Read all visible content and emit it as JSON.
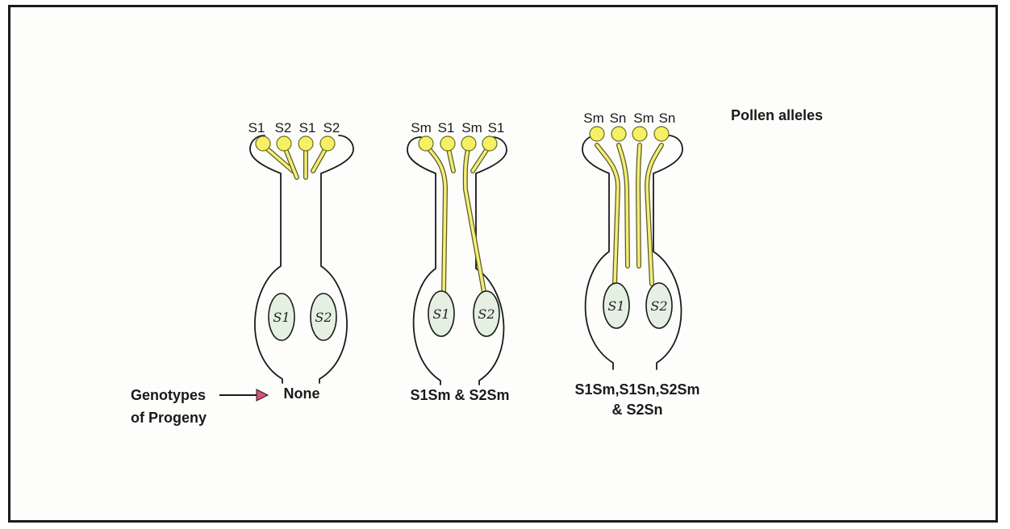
{
  "title": "",
  "pollen_alleles_label": "Pollen alleles",
  "genotypes_label": {
    "line1": "Genotypes",
    "line2": "of Progeny"
  },
  "pistils": [
    {
      "pollen": [
        "S1",
        "S2",
        "S1",
        "S2"
      ],
      "ovules": [
        "S1",
        "S2"
      ],
      "progeny": [
        "None"
      ]
    },
    {
      "pollen": [
        "Sm",
        "S1",
        "Sm",
        "S1"
      ],
      "ovules": [
        "S1",
        "S2"
      ],
      "progeny": [
        "S1Sm & S2Sm"
      ]
    },
    {
      "pollen": [
        "Sm",
        "Sn",
        "Sm",
        "Sn"
      ],
      "ovules": [
        "S1",
        "S2"
      ],
      "progeny": [
        "S1Sm,S1Sn,S2Sm",
        "& S2Sn"
      ]
    }
  ],
  "colors": {
    "pollen_grain": "#f6f064",
    "pollen_tube": "#f3ee7a",
    "ovule": "#e4f0e2",
    "arrow": "#e0507a",
    "outline": "#1a1a1a"
  }
}
